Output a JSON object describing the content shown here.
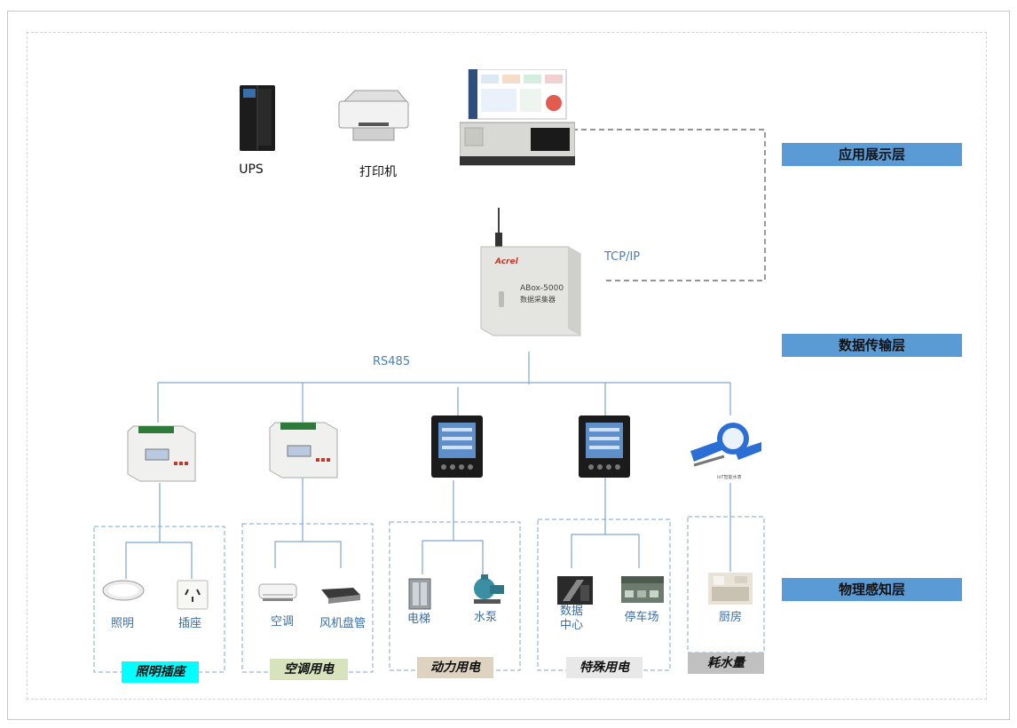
{
  "layers": {
    "application": "应用展示层",
    "transmission": "数据传输层",
    "perception": "物理感知层"
  },
  "top_devices": {
    "ups": "UPS",
    "printer": "打印机"
  },
  "gateway": {
    "brand": "Acrel",
    "model": "ABox-5000",
    "name": "数据采集器"
  },
  "protocols": {
    "tcpip": "TCP/IP",
    "rs485": "RS485"
  },
  "meter_caption": "IoT智能水表",
  "groups": [
    {
      "tag": "照明插座",
      "tag_color": "#00ffff",
      "items": [
        "照明",
        "插座"
      ]
    },
    {
      "tag": "空调用电",
      "tag_color": "#d6e3bc",
      "items": [
        "空调",
        "风机盘管"
      ]
    },
    {
      "tag": "动力用电",
      "tag_color": "#ddd3c0",
      "items": [
        "电梯",
        "水泵"
      ]
    },
    {
      "tag": "特殊用电",
      "tag_color": "#e8e8e8",
      "items": [
        "数据\n中心",
        "停车场"
      ]
    },
    {
      "tag": "耗水量",
      "tag_color": "#c0c0c0",
      "items": [
        "厨房"
      ]
    }
  ]
}
